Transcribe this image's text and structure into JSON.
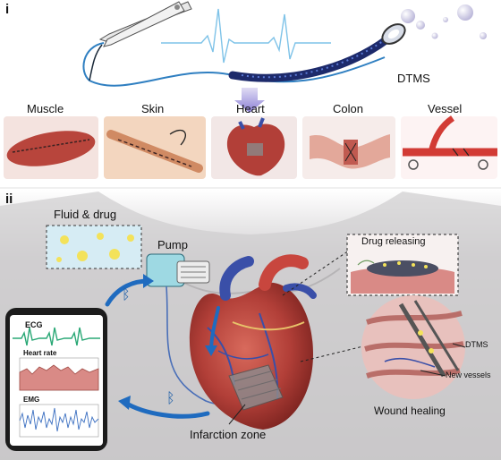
{
  "panel_i": {
    "marker": "i",
    "device_label": "DTMS",
    "tissues": [
      "Muscle",
      "Skin",
      "Heart",
      "Colon",
      "Vessel"
    ]
  },
  "panel_ii": {
    "marker": "ii",
    "fluid_drug": "Fluid & drug",
    "pump": "Pump",
    "drug_releasing": "Drug releasing",
    "dtms": "DTMS",
    "new_vessels": "New vessels",
    "wound_healing": "Wound healing",
    "infarction_zone": "Infarction zone",
    "phone": {
      "ecg": "ECG",
      "heart_rate": "Heart rate",
      "emg": "EMG"
    }
  },
  "colors": {
    "ecg_blue": "#4aa0dc",
    "heart_red": "#b8423c",
    "vessel_blue": "#3a4fa8",
    "panel_ii_bg": "#c9c7c9",
    "phone_green": "#2aa876"
  }
}
